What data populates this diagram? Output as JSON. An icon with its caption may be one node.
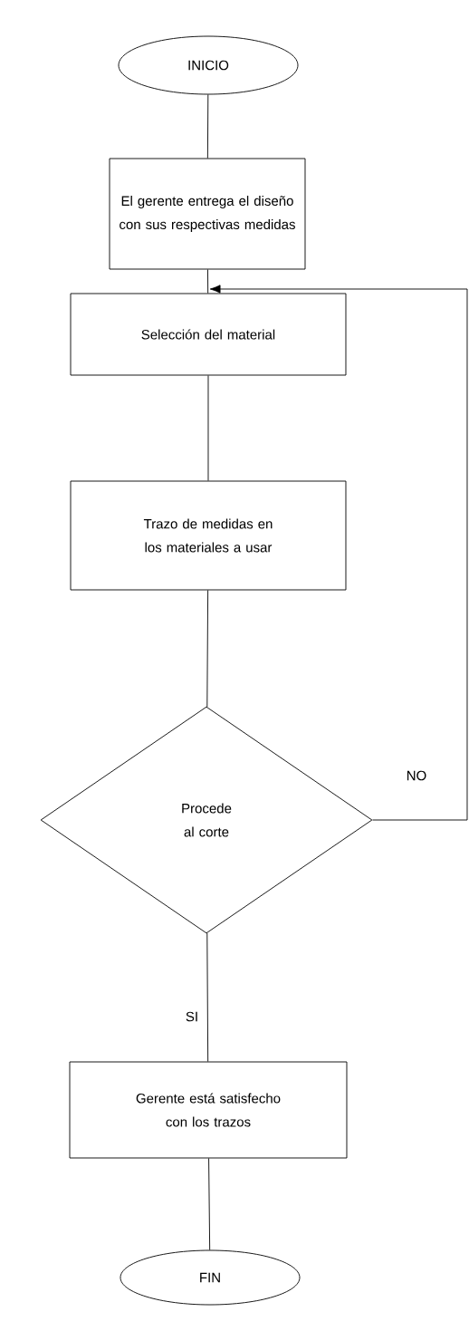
{
  "diagram": {
    "nodes": [
      {
        "text": [
          "INICIO"
        ]
      },
      {
        "text": [
          "El gerente entrega el diseño con sus respectivas medidas"
        ]
      },
      {
        "text": [
          "Selección del material"
        ]
      },
      {
        "text": [
          "Trazo de medidas en los materiales a usar"
        ]
      },
      {
        "text": [
          "Procede al corte"
        ]
      },
      {
        "text": [
          "Gerente está satisfecho con los trazos"
        ]
      },
      {
        "text": [
          "FIN"
        ]
      }
    ],
    "edges": [
      {
        "from": 0,
        "to": 1,
        "arrow": "none"
      },
      {
        "from": 1,
        "to": 2,
        "arrow": "none"
      },
      {
        "from": 2,
        "to": 3,
        "arrow": "none"
      },
      {
        "from": 3,
        "to": 4,
        "arrow": "none"
      },
      {
        "from": 4,
        "to": 5,
        "label": "SI",
        "arrow": "none"
      },
      {
        "from": 5,
        "to": 6,
        "arrow": "none"
      },
      {
        "from": 4,
        "to": 2,
        "label": "NO",
        "arrow": "to"
      }
    ]
  }
}
